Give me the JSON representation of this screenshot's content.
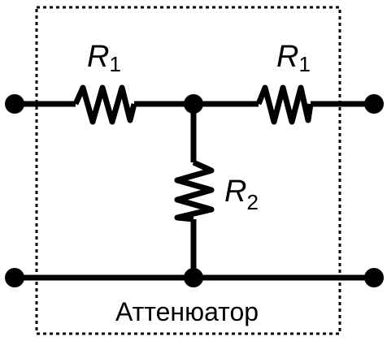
{
  "components": {
    "r1_left": {
      "symbol": "R",
      "subscript": "1"
    },
    "r1_right": {
      "symbol": "R",
      "subscript": "1"
    },
    "r2": {
      "symbol": "R",
      "subscript": "2"
    }
  },
  "box": {
    "caption": "Аттенюатор"
  },
  "colors": {
    "ink": "#000000",
    "background": "#ffffff"
  }
}
